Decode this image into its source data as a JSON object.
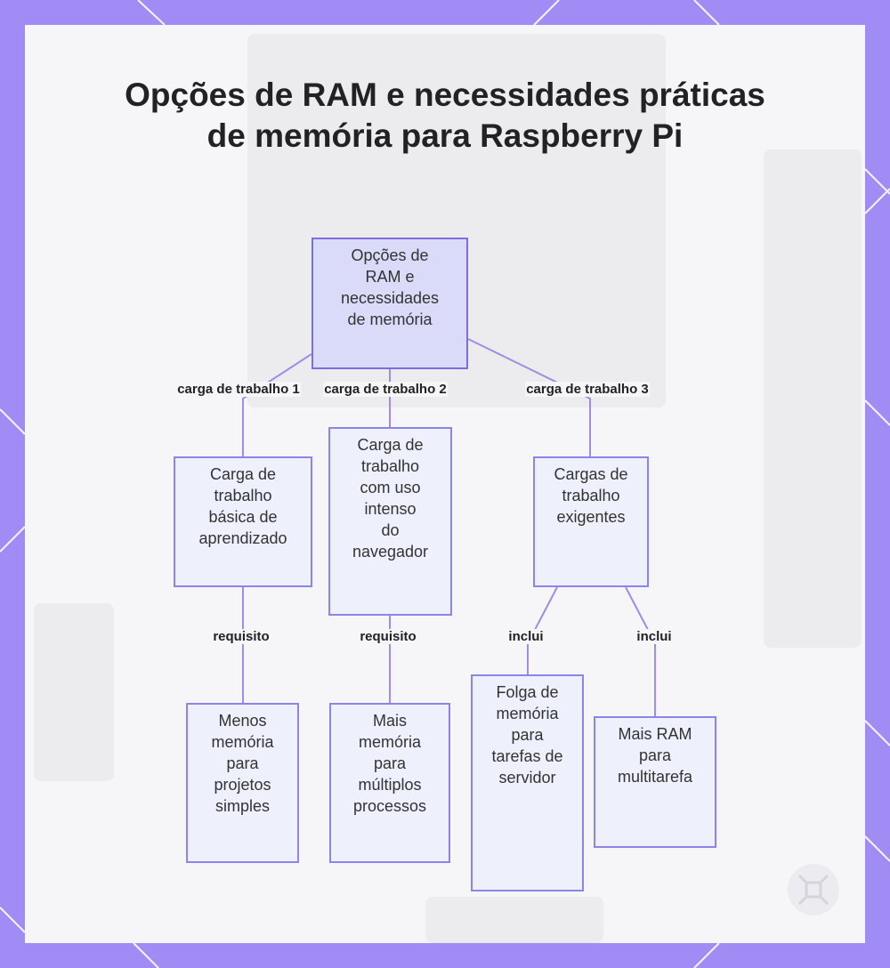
{
  "title": "Opções de RAM e necessidades práticas de memória para Raspberry Pi",
  "nodes": {
    "root": "Opções de\nRAM e\nnecessidades\nde memória",
    "basic": "Carga de\ntrabalho\nbásica de\naprendizado",
    "browser": "Carga de\ntrabalho\ncom uso\nintenso\ndo\nnavegador",
    "demanding": "Cargas de\ntrabalho\nexigentes",
    "less_memory": "Menos\nmemória\npara\nprojetos\nsimples",
    "more_memory": "Mais\nmemória\npara\nmúltiplos\nprocessos",
    "server_headroom": "Folga de\nmemória\npara\ntarefas de\nservidor",
    "multitask_ram": "Mais RAM\npara\nmultitarefa"
  },
  "edge_labels": {
    "workload1": "carga de trabalho 1",
    "workload2": "carga de trabalho 2",
    "workload3": "carga de trabalho 3",
    "requirement1": "requisito",
    "requirement2": "requisito",
    "includes1": "inclui",
    "includes2": "inclui"
  },
  "colors": {
    "frame": "#a18cf5",
    "node_fill": "#eef0fc",
    "root_fill": "#d9dbf8",
    "node_border": "#8c84e8",
    "edge": "#a08ce6"
  }
}
